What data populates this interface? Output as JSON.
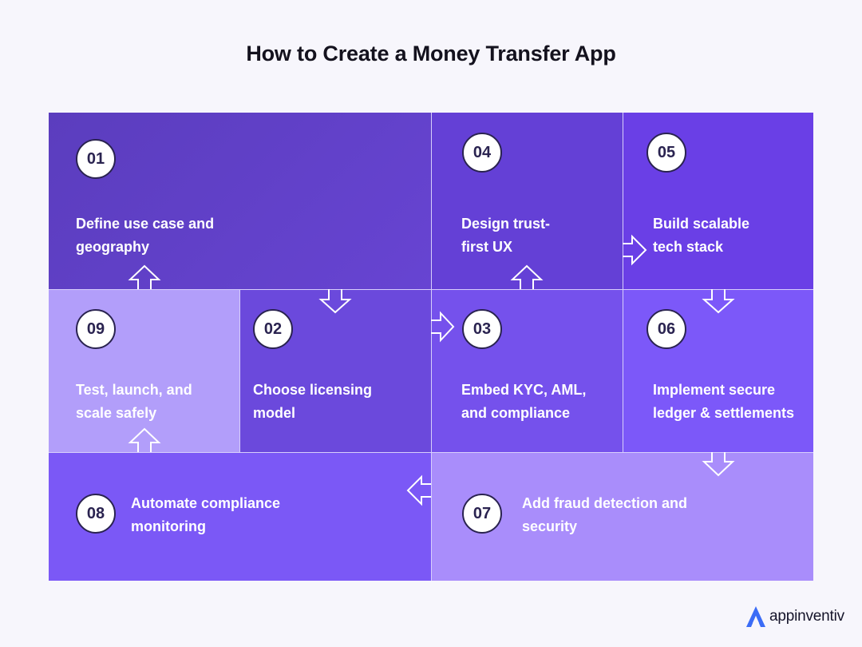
{
  "title": "How to Create a Money Transfer App",
  "steps": [
    {
      "number": "01",
      "label": "Define use case and\ngeography"
    },
    {
      "number": "02",
      "label": "Choose licensing\nmodel"
    },
    {
      "number": "03",
      "label": "Embed KYC, AML,\nand compliance"
    },
    {
      "number": "04",
      "label": "Design trust-\nfirst UX"
    },
    {
      "number": "05",
      "label": "Build scalable\ntech stack"
    },
    {
      "number": "06",
      "label": "Implement secure\nledger & settlements"
    },
    {
      "number": "07",
      "label": "Add fraud detection and\nsecurity"
    },
    {
      "number": "08",
      "label": "Automate compliance\nmonitoring"
    },
    {
      "number": "09",
      "label": "Test, launch, and\nscale safely"
    }
  ],
  "colors": {
    "step01": "#5f3fc4",
    "step02": "#6b48dc",
    "step03": "#7651eb",
    "step04": "#6340d2",
    "step05": "#6a3ee6",
    "step06": "#7b57f8",
    "step07": "#a88cfb",
    "step08": "#7b57f5",
    "step09": "#b19dfa",
    "circle_border": "#2a2350"
  },
  "logo": {
    "text": "appinventiv",
    "icon": "appinventiv-logo-icon"
  }
}
